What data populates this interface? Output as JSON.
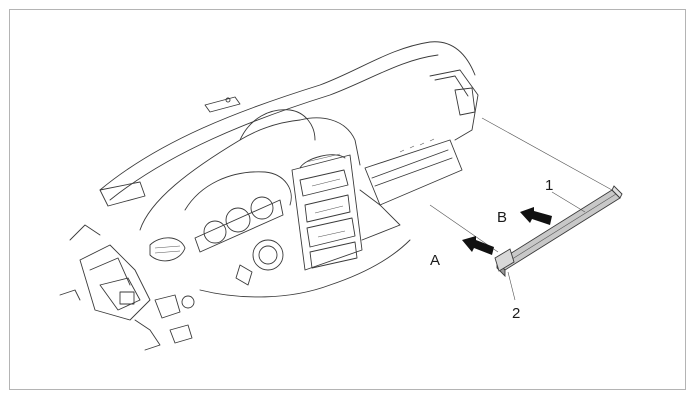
{
  "diagram": {
    "callouts": [
      {
        "id": "1",
        "text": "1"
      },
      {
        "id": "2",
        "text": "2"
      }
    ],
    "arrows": [
      {
        "id": "A",
        "text": "A"
      },
      {
        "id": "B",
        "text": "B"
      }
    ],
    "colors": {
      "frame": "#b4b4b4",
      "line": "#3a3a3a",
      "strip_fill": "#c8c8c8",
      "arrow_fill": "#111111"
    }
  }
}
